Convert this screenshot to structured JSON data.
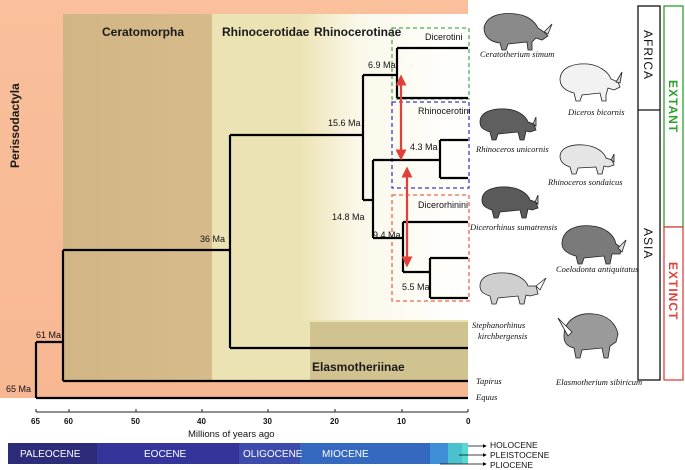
{
  "diagram": {
    "bands": [
      {
        "id": "perissodactyla",
        "label": "Perissodactyla"
      },
      {
        "id": "ceratomorpha",
        "label": "Ceratomorpha"
      },
      {
        "id": "rhinocerotidae",
        "label": "Rhinocerotidae"
      },
      {
        "id": "rhinocerotinae",
        "label": "Rhinocerotinae"
      },
      {
        "id": "elasmotheriinae",
        "label": "Elasmotheriinae"
      }
    ],
    "clades": [
      {
        "id": "dicerotini",
        "label": "Dicerotini"
      },
      {
        "id": "rhinocerotini",
        "label": "Rhinocerotini"
      },
      {
        "id": "dicerorhinini",
        "label": "Dicerorhinini"
      }
    ],
    "node_ages": [
      {
        "id": "n65",
        "label": "65 Ma"
      },
      {
        "id": "n61",
        "label": "61 Ma"
      },
      {
        "id": "n36",
        "label": "36 Ma"
      },
      {
        "id": "n15_6",
        "label": "15.6 Ma"
      },
      {
        "id": "n14_8",
        "label": "14.8 Ma"
      },
      {
        "id": "n9_4",
        "label": "9.4 Ma"
      },
      {
        "id": "n6_9",
        "label": "6.9 Ma"
      },
      {
        "id": "n4_3",
        "label": "4.3 Ma"
      },
      {
        "id": "n5_5",
        "label": "5.5 Ma"
      }
    ],
    "species": [
      {
        "id": "c_simum",
        "label": "Ceratotherium simum",
        "icon": "white-rhino-icon"
      },
      {
        "id": "d_bicornis",
        "label": "Diceros bicornis",
        "icon": "black-rhino-icon"
      },
      {
        "id": "r_unicornis",
        "label": "Rhinoceros unicornis",
        "icon": "indian-rhino-icon"
      },
      {
        "id": "r_sondaicus",
        "label": "Rhinoceros sondaicus",
        "icon": "javan-rhino-icon"
      },
      {
        "id": "d_sumatrensis",
        "label": "Dicerorhinus sumatrensis",
        "icon": "sumatran-rhino-icon"
      },
      {
        "id": "c_antiquitatus",
        "label": "Coelodonta antiquitatus",
        "icon": "woolly-rhino-icon"
      },
      {
        "id": "s_kirchbergensis",
        "label": "Stephanorhinus kirchbergensis",
        "icon": "merck-rhino-icon"
      },
      {
        "id": "e_sibiricum",
        "label": "Elasmotherium sibiricum",
        "icon": "elasmotherium-icon"
      },
      {
        "id": "tapirus",
        "label": "Tapirus"
      },
      {
        "id": "equus",
        "label": "Equus"
      }
    ],
    "regions": [
      {
        "id": "africa",
        "label": "AFRICA"
      },
      {
        "id": "asia",
        "label": "ASIA"
      }
    ],
    "status": [
      {
        "id": "extant",
        "label": "EXTANT",
        "color": "#2ca02c"
      },
      {
        "id": "extinct",
        "label": "EXTINCT",
        "color": "#e0403a"
      }
    ],
    "axis": {
      "title": "Millions of years ago",
      "ticks": [
        "65",
        "60",
        "50",
        "40",
        "30",
        "20",
        "10",
        "0"
      ]
    },
    "epochs": [
      {
        "id": "paleocene",
        "label": "PALEOCENE",
        "color": "#2c2c7a"
      },
      {
        "id": "eocene",
        "label": "EOCENE",
        "color": "#35349a"
      },
      {
        "id": "oligocene",
        "label": "OLIGOCENE",
        "color": "#3d4cac"
      },
      {
        "id": "miocene",
        "label": "MIOCENE",
        "color": "#3569c0"
      },
      {
        "id": "pliocene",
        "label": "PLIOCENE",
        "color": "#3f8fd6"
      },
      {
        "id": "pleistocene",
        "label": "PLEISTOCENE",
        "color": "#49c1cf"
      },
      {
        "id": "holocene",
        "label": "HOLOCENE",
        "color": "#58d8d4"
      }
    ],
    "colors": {
      "perissodactyla_bg": "#f9c09b",
      "ceratomorpha_bg": "#d2b584",
      "rhinocerotidae_bg": "#ece3b4",
      "elasmotheriinae_bg": "#d0c38f",
      "divergence_arrow": "#e0403a",
      "dicerotini_box": "#4caf50",
      "rhinocerotini_box": "#3b3bbf",
      "dicerorhinini_box": "#e86a4a"
    }
  }
}
